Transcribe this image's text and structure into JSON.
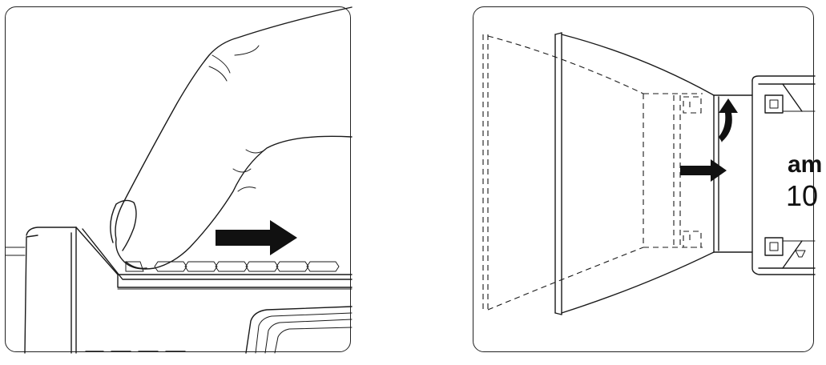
{
  "figure": {
    "panels": [
      {
        "name": "press-and-slide-step",
        "arrow_direction": "right"
      },
      {
        "name": "attach-reflector-step",
        "arrow_directions": [
          "right",
          "up"
        ],
        "device_label": {
          "brand": "am",
          "model": "10"
        }
      }
    ],
    "colors": {
      "line": "#1a1a1a",
      "arrow": "#111111",
      "background": "#ffffff"
    }
  }
}
